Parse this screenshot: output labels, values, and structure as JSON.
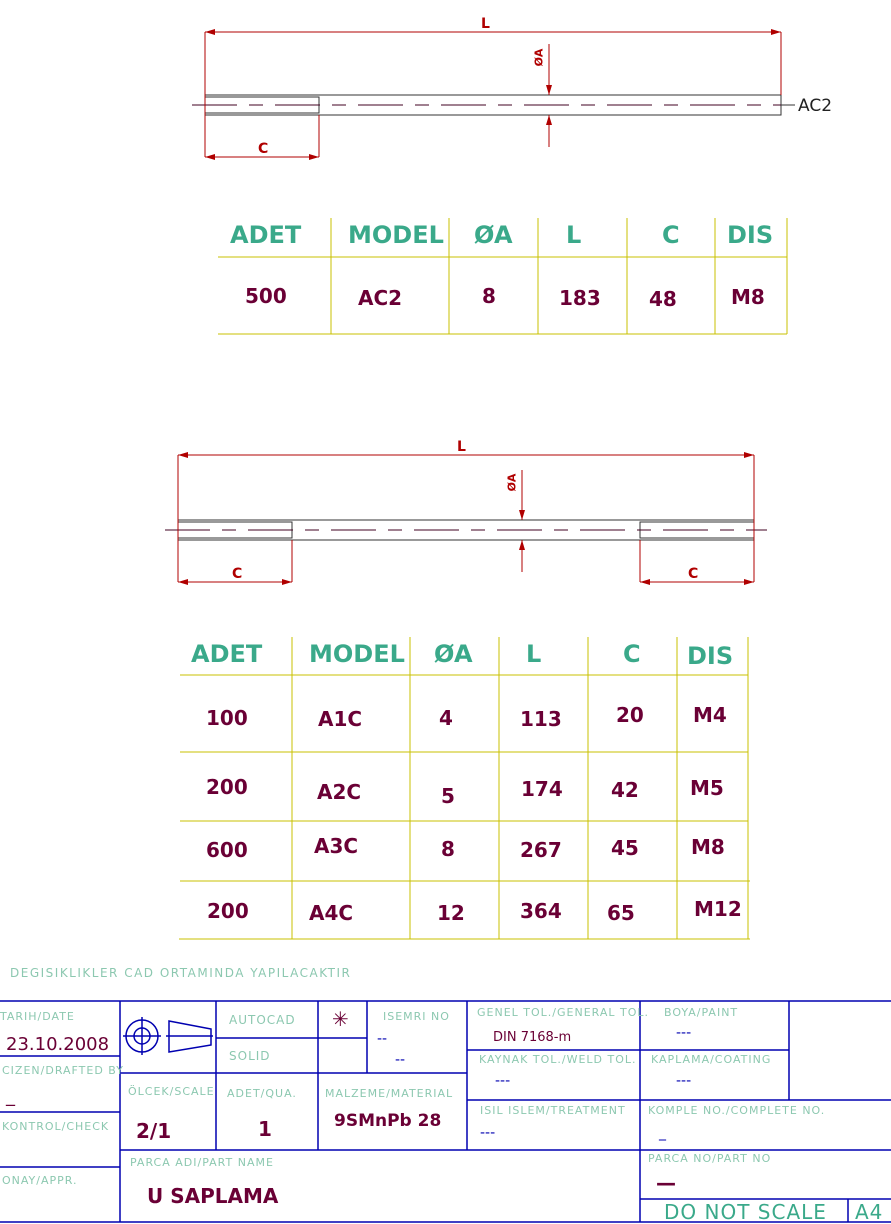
{
  "drawing1": {
    "dim_L": "L",
    "dim_C": "C",
    "dim_A": "ØA",
    "callout": "AC2"
  },
  "table1": {
    "headers": [
      "ADET",
      "MODEL",
      "ØA",
      "L",
      "C",
      "DIS"
    ],
    "rows": [
      [
        "500",
        "AC2",
        "8",
        "183",
        "48",
        "M8"
      ]
    ]
  },
  "drawing2": {
    "dim_L": "L",
    "dim_C_left": "C",
    "dim_C_right": "C",
    "dim_A": "ØA"
  },
  "table2": {
    "headers": [
      "ADET",
      "MODEL",
      "ØA",
      "L",
      "C",
      "DIS"
    ],
    "rows": [
      [
        "100",
        "A1C",
        "4",
        "113",
        "20",
        "M4"
      ],
      [
        "200",
        "A2C",
        "5",
        "174",
        "42",
        "M5"
      ],
      [
        "600",
        "A3C",
        "8",
        "267",
        "45",
        "M8"
      ],
      [
        "200",
        "A4C",
        "12",
        "364",
        "65",
        "M12"
      ]
    ]
  },
  "note": "DEGISIKLIKLER CAD ORTAMINDA YAPILACAKTIR",
  "title_block": {
    "date_label": "TARIH/DATE",
    "date": "23.10.2008",
    "drafted_label": "CIZEN/DRAFTED BY",
    "drafted": "_",
    "check_label": "KONTROL/CHECK",
    "appr_label": "ONAY/APPR.",
    "autocad": "AUTOCAD",
    "solid": "SOLID",
    "star": "✳",
    "isemri_label": "ISEMRI NO",
    "isemri_1": "--",
    "isemri_2": "--",
    "scale_label": "ÖLCEK/SCALE",
    "scale": "2/1",
    "qty_label": "ADET/QUA.",
    "qty": "1",
    "material_label": "MALZEME/MATERIAL",
    "material": "9SMnPb 28",
    "part_name_label": "PARCA ADI/PART NAME",
    "part_name": "U SAPLAMA",
    "gen_tol_label": "GENEL TOL./GENERAL TOL.",
    "gen_tol": "DIN 7168-m",
    "weld_tol_label": "KAYNAK TOL./WELD TOL.",
    "weld_tol": "---",
    "treatment_label": "ISIL ISLEM/TREATMENT",
    "treatment": "---",
    "paint_label": "BOYA/PAINT",
    "paint": "---",
    "coating_label": "KAPLAMA/COATING",
    "coating": "---",
    "complete_label": "KOMPLE NO./COMPLETE NO.",
    "complete": "_",
    "part_no_label": "PARCA NO/PART NO",
    "part_no": "—",
    "do_not_scale": "DO NOT SCALE",
    "sheet": "A4"
  }
}
